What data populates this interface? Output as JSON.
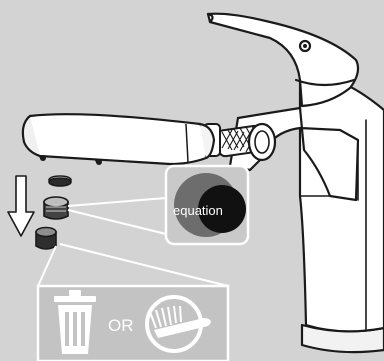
{
  "diagram": {
    "brand_logo_text": "equation",
    "alternative_text": "OR",
    "icons": [
      "faucet-illustration",
      "aerator-parts",
      "down-arrow-icon",
      "trash-bin-icon",
      "cleaning-brush-icon"
    ],
    "colors": {
      "background": "#d3d3d3",
      "line": "#1a1a1a",
      "white": "#ffffff",
      "panel": "#bdbdbd",
      "logo_dark": "#111111"
    }
  }
}
